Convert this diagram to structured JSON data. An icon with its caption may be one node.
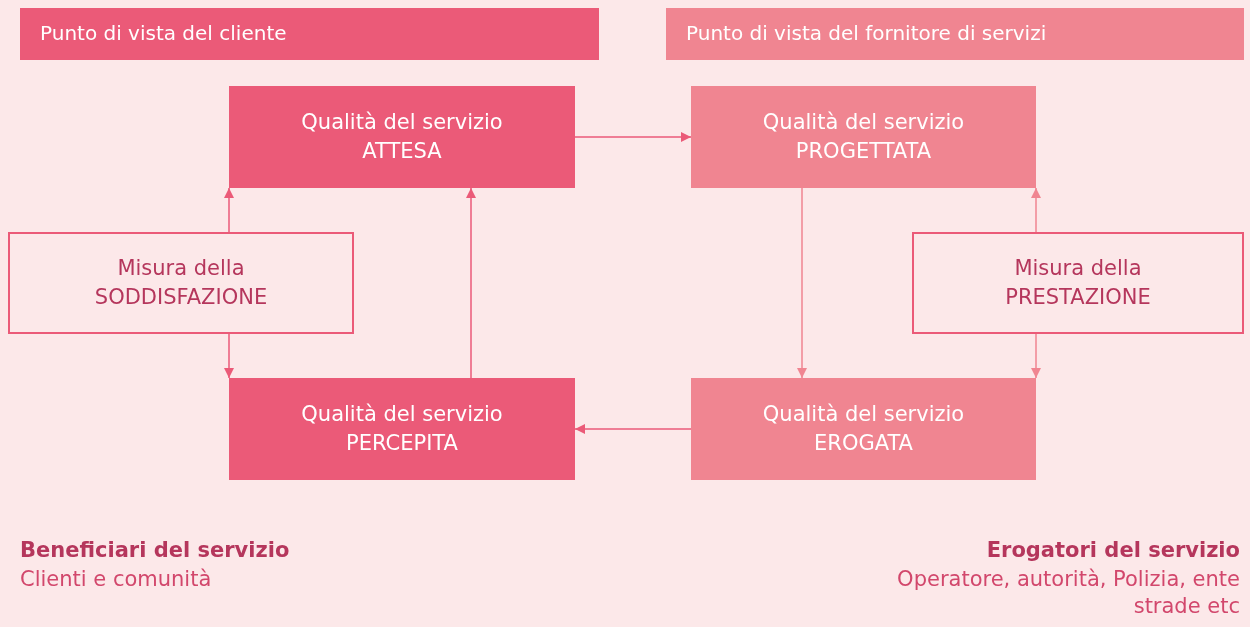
{
  "diagram": {
    "nodes": [
      {
        "text": [
          "Punto di vista del cliente"
        ]
      },
      {
        "text": [
          "Punto di vista del fornitore di servizi"
        ]
      },
      {
        "text": [
          "Qualità del servizio ATTESA"
        ]
      },
      {
        "text": [
          "Qualità del servizio PROGETTATA"
        ]
      },
      {
        "text": [
          "Misura della SODDISFAZIONE"
        ]
      },
      {
        "text": [
          "Misura della PRESTAZIONE"
        ]
      },
      {
        "text": [
          "Qualità del servizio PERCEPITA"
        ]
      },
      {
        "text": [
          "Qualità del servizio EROGATA"
        ]
      }
    ],
    "edges": [
      {
        "from": 4,
        "to": 2,
        "arrow": "to"
      },
      {
        "from": 4,
        "to": 6,
        "arrow": "to"
      },
      {
        "from": 6,
        "to": 2,
        "arrow": "to"
      },
      {
        "from": 2,
        "to": 3,
        "arrow": "to"
      },
      {
        "from": 3,
        "to": 7,
        "arrow": "to",
        "color": "#f08591"
      },
      {
        "from": 7,
        "to": 6,
        "arrow": "to"
      },
      {
        "from": 5,
        "to": 3,
        "arrow": "to",
        "color": "#f08591"
      },
      {
        "from": 5,
        "to": 7,
        "arrow": "to",
        "color": "#f08591"
      }
    ],
    "labels": [
      "Beneficiari del servizio",
      "Clienti e comunità",
      "Erogatori del servizio",
      "Operatore, autorità, Polizia, ente strade etc"
    ]
  }
}
